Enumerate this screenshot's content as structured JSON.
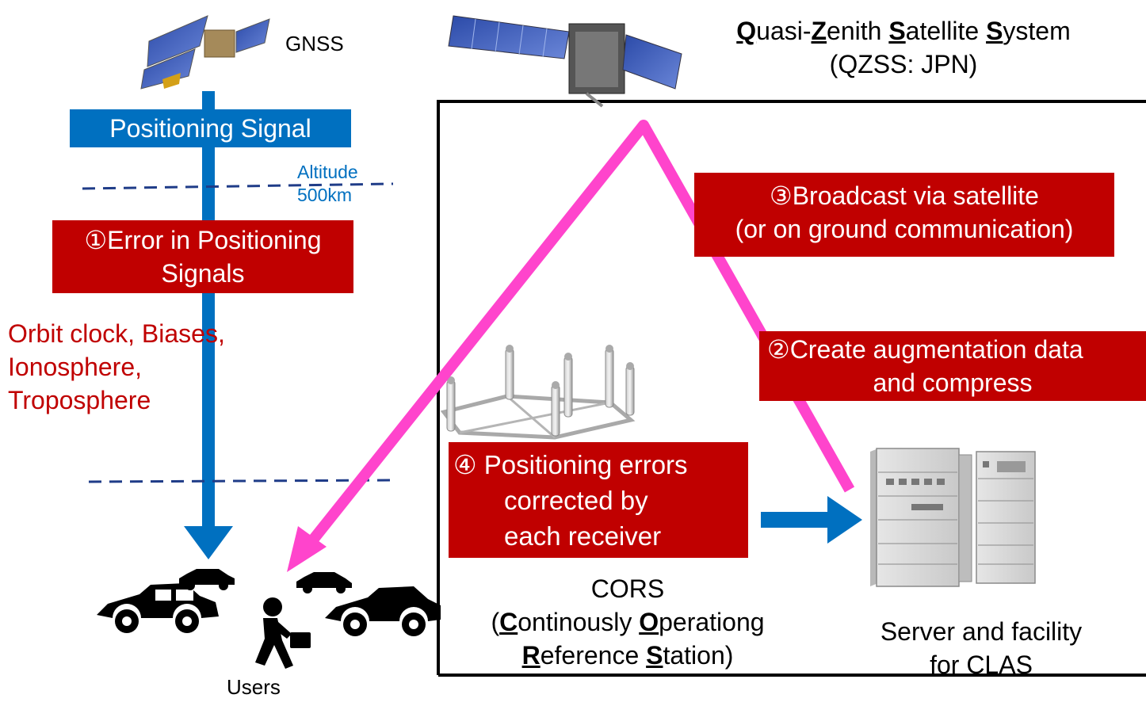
{
  "gnss_label": "GNSS",
  "positioning_signal": "Positioning Signal",
  "altitude_line1": "Altitude",
  "altitude_line2": "500km",
  "error_box": {
    "line1": "①Error in Positioning",
    "line2": "Signals"
  },
  "error_sources": [
    "Orbit clock, Biases,",
    "Ionosphere,",
    "Troposphere"
  ],
  "qzss": {
    "line1_parts": [
      {
        "text": "Q",
        "emph": true
      },
      {
        "text": "uasi-",
        "emph": false
      },
      {
        "text": "Z",
        "emph": true
      },
      {
        "text": "enith ",
        "emph": false
      },
      {
        "text": "S",
        "emph": true
      },
      {
        "text": "atellite ",
        "emph": false
      },
      {
        "text": "S",
        "emph": true
      },
      {
        "text": "ystem",
        "emph": false
      }
    ],
    "line2": "(QZSS: JPN)"
  },
  "broadcast_box": {
    "line1": "③Broadcast via satellite",
    "line2": "(or on ground communication)"
  },
  "augment_box": {
    "line1": "②Create augmentation data",
    "line2": "and compress"
  },
  "correct_box": {
    "line1": "④ Positioning errors",
    "line2": "corrected by",
    "line3": "each receiver"
  },
  "cors": {
    "line1": "CORS",
    "line2_parts": [
      {
        "text": "(",
        "emph": false
      },
      {
        "text": "C",
        "emph": true
      },
      {
        "text": "ontinously ",
        "emph": false
      },
      {
        "text": "O",
        "emph": true
      },
      {
        "text": "perationg",
        "emph": false
      }
    ],
    "line3_parts": [
      {
        "text": "R",
        "emph": true
      },
      {
        "text": "eference ",
        "emph": false
      },
      {
        "text": "S",
        "emph": true
      },
      {
        "text": "tation)",
        "emph": false
      }
    ]
  },
  "server": {
    "line1": "Server and facility",
    "line2": "for CLAS"
  },
  "users_label": "Users",
  "colors": {
    "red": "#c00000",
    "blue": "#0070c0",
    "magenta": "#ff44cc",
    "navy": "#1f3c88"
  }
}
